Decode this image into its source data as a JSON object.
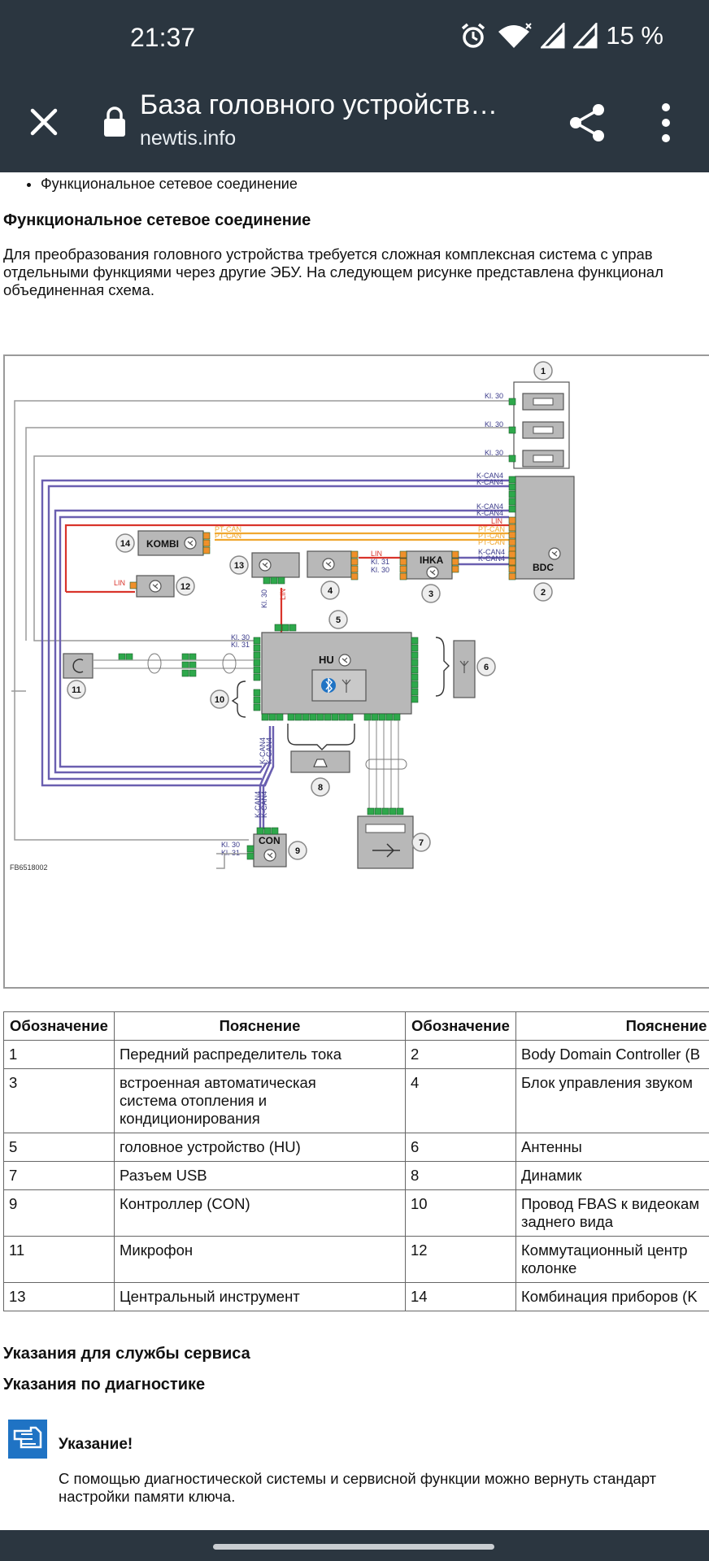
{
  "status_bar": {
    "time": "21:37",
    "battery": "15 %",
    "icons": [
      "alarm-icon",
      "wifi-icon",
      "signal-icon",
      "signal-icon"
    ]
  },
  "toolbar": {
    "title": "База головного устройств…",
    "domain": "newtis.info",
    "icons": [
      "close-icon",
      "lock-icon",
      "share-icon",
      "more-vert-icon"
    ]
  },
  "page": {
    "toc_item": "Функциональное сетевое соединение",
    "heading": "Функциональное сетевое соединение",
    "intro_lines": [
      "Для преобразования головного устройства требуется сложная комплексная система с управ",
      "отдельными функциями через другие ЭБУ. На следующем рисунке представлена функционал",
      "объединенная схема."
    ]
  },
  "diagram": {
    "code": "FB6518002",
    "units": {
      "kombi": "KOMBI",
      "ihka": "IHKA",
      "bdc": "BDC",
      "hu": "HU",
      "con": "CON"
    },
    "labels": {
      "kl30": "Kl. 30",
      "kl31": "Kl. 31",
      "kcan4": "K-CAN4",
      "ptcan": "PT-CAN",
      "lin": "LIN"
    },
    "callouts": [
      "1",
      "2",
      "3",
      "4",
      "5",
      "6",
      "7",
      "8",
      "9",
      "10",
      "11",
      "12",
      "13",
      "14"
    ],
    "colors": {
      "kcan": "#6a5fb0",
      "ptcan": "#f0a830",
      "lin": "#d9342b",
      "power": "#9a9a9a",
      "connector_green": "#2ea84b",
      "connector_orange": "#f0902a",
      "box": "#b8b8b8"
    }
  },
  "table": {
    "headers": [
      "Обозначение",
      "Пояснение",
      "Обозначение",
      "Пояснение"
    ],
    "rows": [
      [
        "1",
        "Передний распределитель тока",
        "2",
        "Body Domain Controller (B"
      ],
      [
        "3",
        "встроенная автоматическая\nсистема отопления и\nкондиционирования",
        "4",
        "Блок управления звуком"
      ],
      [
        "5",
        "головное устройство (HU)",
        "6",
        "Антенны"
      ],
      [
        "7",
        "Разъем USB",
        "8",
        "Динамик"
      ],
      [
        "9",
        "Контроллер (CON)",
        "10",
        "Провод FBAS к видеокам\nзаднего вида"
      ],
      [
        "11",
        "Микрофон",
        "12",
        "Коммутационный центр\nколонке"
      ],
      [
        "13",
        "Центральный инструмент",
        "14",
        "Комбинация приборов (K"
      ]
    ]
  },
  "service": {
    "heading1": "Указания для службы сервиса",
    "heading2": "Указания по диагностике",
    "note_title": "Указание!",
    "note_lines": [
      "С помощью диагностической системы и сервисной функции можно вернуть стандарт",
      "настройки памяти ключа."
    ]
  }
}
